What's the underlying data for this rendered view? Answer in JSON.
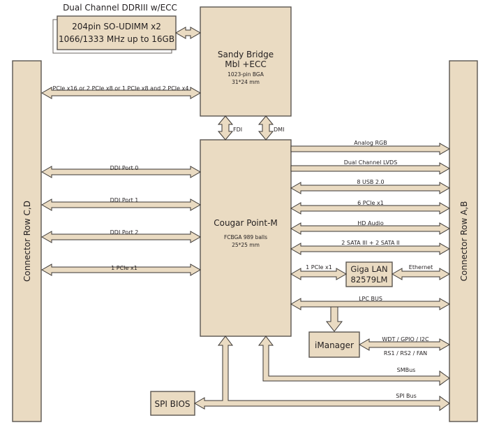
{
  "colors": {
    "box_fill": "#eadbc2",
    "box_stroke": "#5a5550",
    "text": "#231f20"
  },
  "memory": {
    "caption": "Dual Channel DDRIII w/ECC",
    "line1": "204pin SO-UDIMM x2",
    "line2": "1066/1333 MHz up to 16GB"
  },
  "cpu": {
    "title1": "Sandy Bridge",
    "title2": "Mbl +ECC",
    "sub1": "1023-pin BGA",
    "sub2": "31*24 mm"
  },
  "pch": {
    "title": "Cougar Point-M",
    "sub1": "FCBGA 989 balls",
    "sub2": "25*25 mm"
  },
  "connectors": {
    "left": "Connector  Row C,D",
    "right": "Connector  Row A,B"
  },
  "links": {
    "cpu_pch_fdi": "FDI",
    "cpu_pch_dmi": "DMI",
    "cpu_pcie": "PCIe x16 or 2 PCIe x8 or 1 PCIe x8 and 2 PCIe x4",
    "left": [
      "DDI Port 0",
      "DDI Port 1",
      "DDI Port 2",
      "1 PCIe x1"
    ],
    "right": [
      "Analog RGB",
      "Dual Channel LVDS",
      "8 USB 2.0",
      "6 PCIe x1",
      "HD Audio",
      "2 SATA III + 2 SATA II"
    ],
    "lan_pcie": "1 PCIe x1",
    "ethernet": "Ethernet",
    "lpc": "LPC BUS",
    "imanager_top": "WDT / GPIO / I2C",
    "imanager_bottom": "RS1 / RS2 / FAN",
    "smbus": "SMBus",
    "spi": "SPI Bus"
  },
  "blocks": {
    "lan_line1": "Giga LAN",
    "lan_line2": "82579LM",
    "imanager": "iManager",
    "spi_bios": "SPI BIOS"
  }
}
